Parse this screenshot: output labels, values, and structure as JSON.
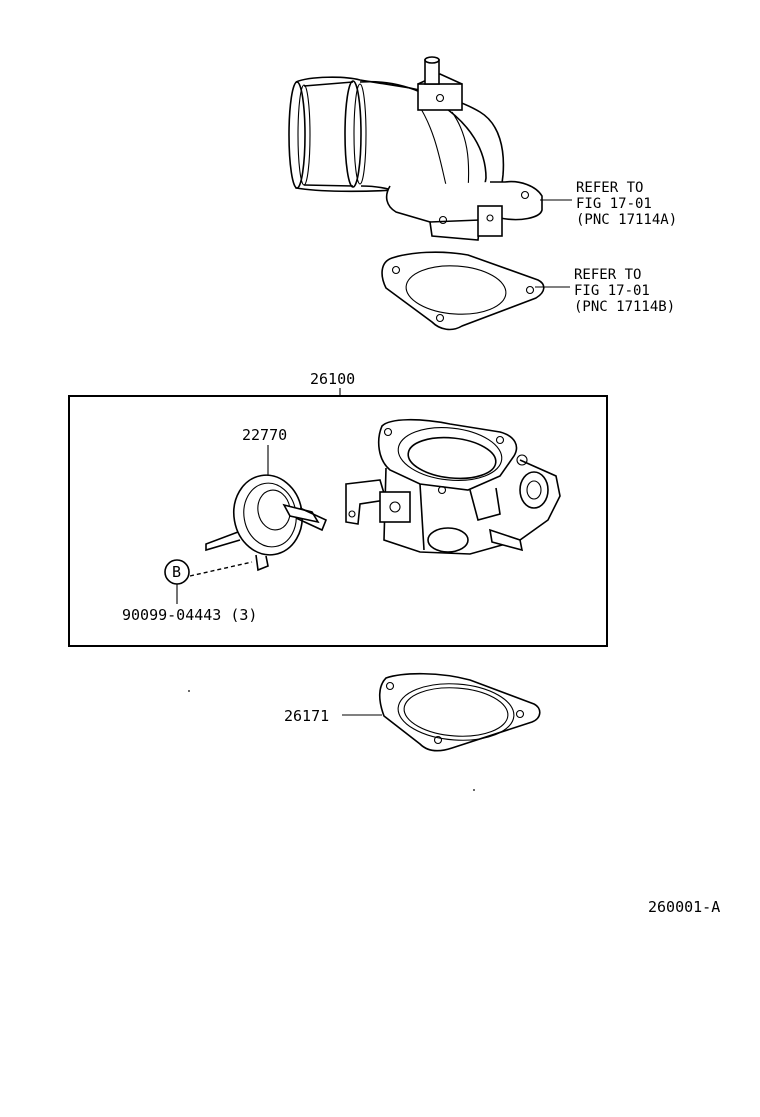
{
  "diagram": {
    "figure_code": "260001-A",
    "references": [
      {
        "line1": "REFER TO",
        "line2": "FIG 17-01",
        "line3": "(PNC 17114A)"
      },
      {
        "line1": "REFER TO",
        "line2": "FIG 17-01",
        "line3": "(PNC 17114B)"
      }
    ],
    "parts": {
      "throttle_body_assy": "26100",
      "dashpot": "22770",
      "screw": "90099-04443 (3)",
      "gasket": "26171"
    },
    "callout_b": "B"
  }
}
